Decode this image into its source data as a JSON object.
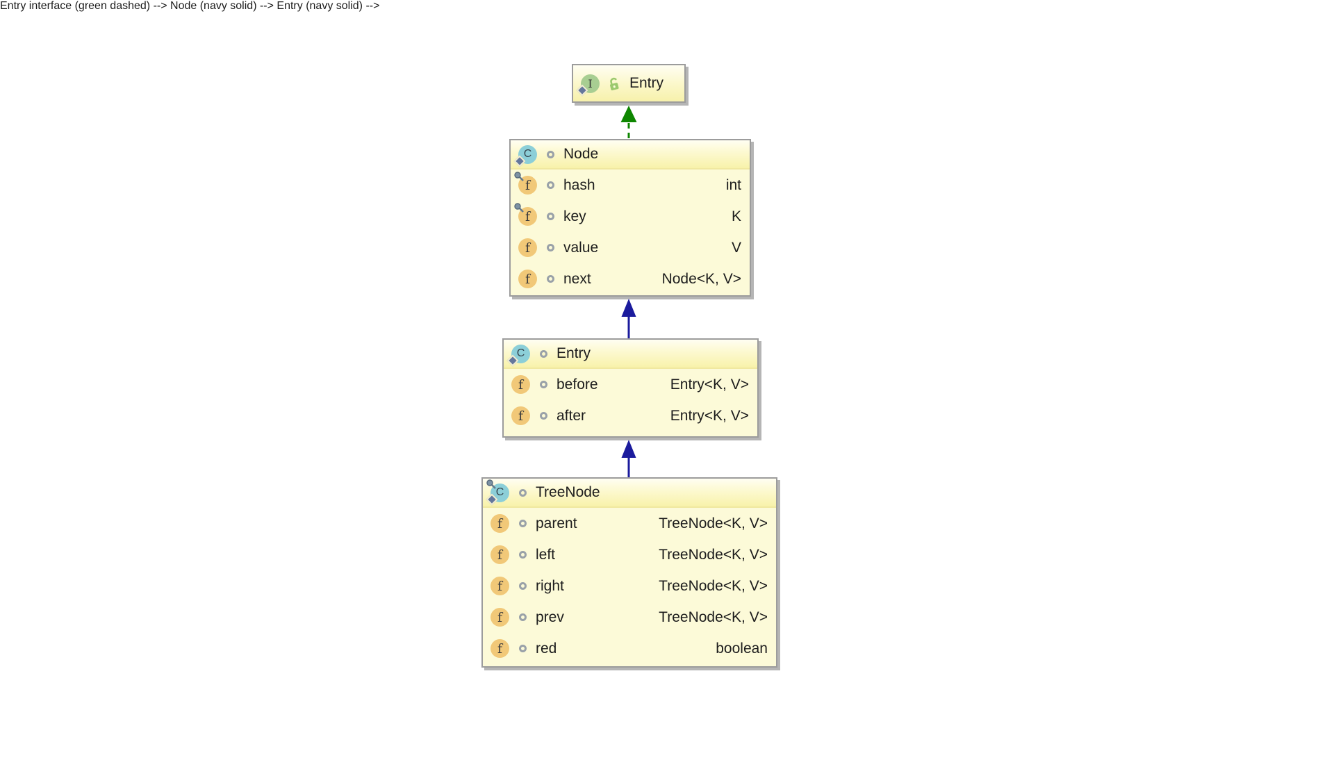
{
  "icons": {
    "field_letter": "f",
    "class_letter": "C",
    "interface_letter": "I"
  },
  "colors": {
    "canvas_background": "#ffffff",
    "node_fill": "#fcfad8",
    "header_gradient_top": "#fffef2",
    "header_gradient_bottom": "#f8f2aa",
    "node_border": "#9c9c9c",
    "node_shadow": "#b5b5b5",
    "class_icon": "#8ccfd8",
    "interface_icon": "#a8ce92",
    "field_icon": "#f1c878",
    "visibility_ring": "#99a1a8",
    "final_pin": "#64798c",
    "diamond_overlay": "#64779c",
    "implements_arrow": "#0e8600",
    "extends_arrow": "#1b1b9d",
    "text": "#1c1c1c"
  },
  "nodes": [
    {
      "id": "entry-interface",
      "kind": "interface",
      "icon_letter": "I",
      "title": "Entry",
      "fields": []
    },
    {
      "id": "node-class",
      "kind": "class",
      "icon_letter": "C",
      "title": "Node",
      "fields": [
        {
          "name": "hash",
          "type": "int",
          "final": true
        },
        {
          "name": "key",
          "type": "K",
          "final": true
        },
        {
          "name": "value",
          "type": "V",
          "final": false
        },
        {
          "name": "next",
          "type": "Node<K, V>",
          "final": false
        }
      ]
    },
    {
      "id": "entry-class",
      "kind": "class",
      "icon_letter": "C",
      "title": "Entry",
      "fields": [
        {
          "name": "before",
          "type": "Entry<K, V>",
          "final": false
        },
        {
          "name": "after",
          "type": "Entry<K, V>",
          "final": false
        }
      ]
    },
    {
      "id": "treenode-class",
      "kind": "class",
      "icon_letter": "C",
      "final": true,
      "title": "TreeNode",
      "fields": [
        {
          "name": "parent",
          "type": "TreeNode<K, V>",
          "final": false
        },
        {
          "name": "left",
          "type": "TreeNode<K, V>",
          "final": false
        },
        {
          "name": "right",
          "type": "TreeNode<K, V>",
          "final": false
        },
        {
          "name": "prev",
          "type": "TreeNode<K, V>",
          "final": false
        },
        {
          "name": "red",
          "type": "boolean",
          "final": false
        }
      ]
    }
  ],
  "edges": [
    {
      "from": "node-class",
      "to": "entry-interface",
      "relation": "implements",
      "style": "dashed",
      "color": "#0e8600"
    },
    {
      "from": "entry-class",
      "to": "node-class",
      "relation": "extends",
      "style": "solid",
      "color": "#1b1b9d"
    },
    {
      "from": "treenode-class",
      "to": "entry-class",
      "relation": "extends",
      "style": "solid",
      "color": "#1b1b9d"
    }
  ]
}
